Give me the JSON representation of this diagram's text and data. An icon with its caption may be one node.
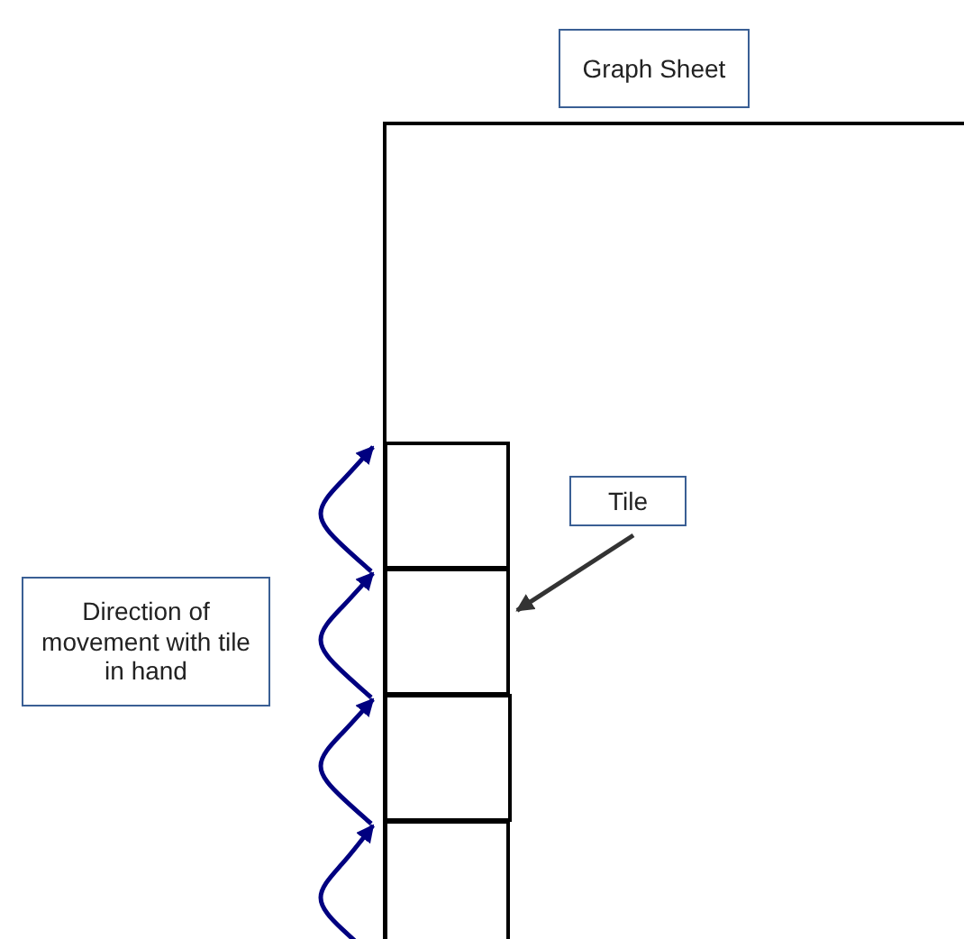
{
  "diagram": {
    "nodes": [
      {
        "text": [
          "Graph Sheet"
        ]
      },
      {
        "text": [
          "Tile"
        ]
      },
      {
        "text": [
          "Direction of movement with tile in hand"
        ]
      },
      {
        "text": [],
        "shape": "box"
      },
      {
        "text": [],
        "shape": "box"
      },
      {
        "text": [],
        "shape": "box"
      },
      {
        "text": [],
        "shape": "box"
      }
    ],
    "edges": [
      {
        "from": 1,
        "to": 4,
        "arrow": "to",
        "color": "#333333"
      },
      {
        "from": null,
        "to": 6,
        "arrow": "to"
      },
      {
        "from": 6,
        "to": 5,
        "arrow": "to"
      },
      {
        "from": 5,
        "to": 4,
        "arrow": "to"
      },
      {
        "from": 4,
        "to": 3,
        "arrow": "to"
      }
    ]
  }
}
